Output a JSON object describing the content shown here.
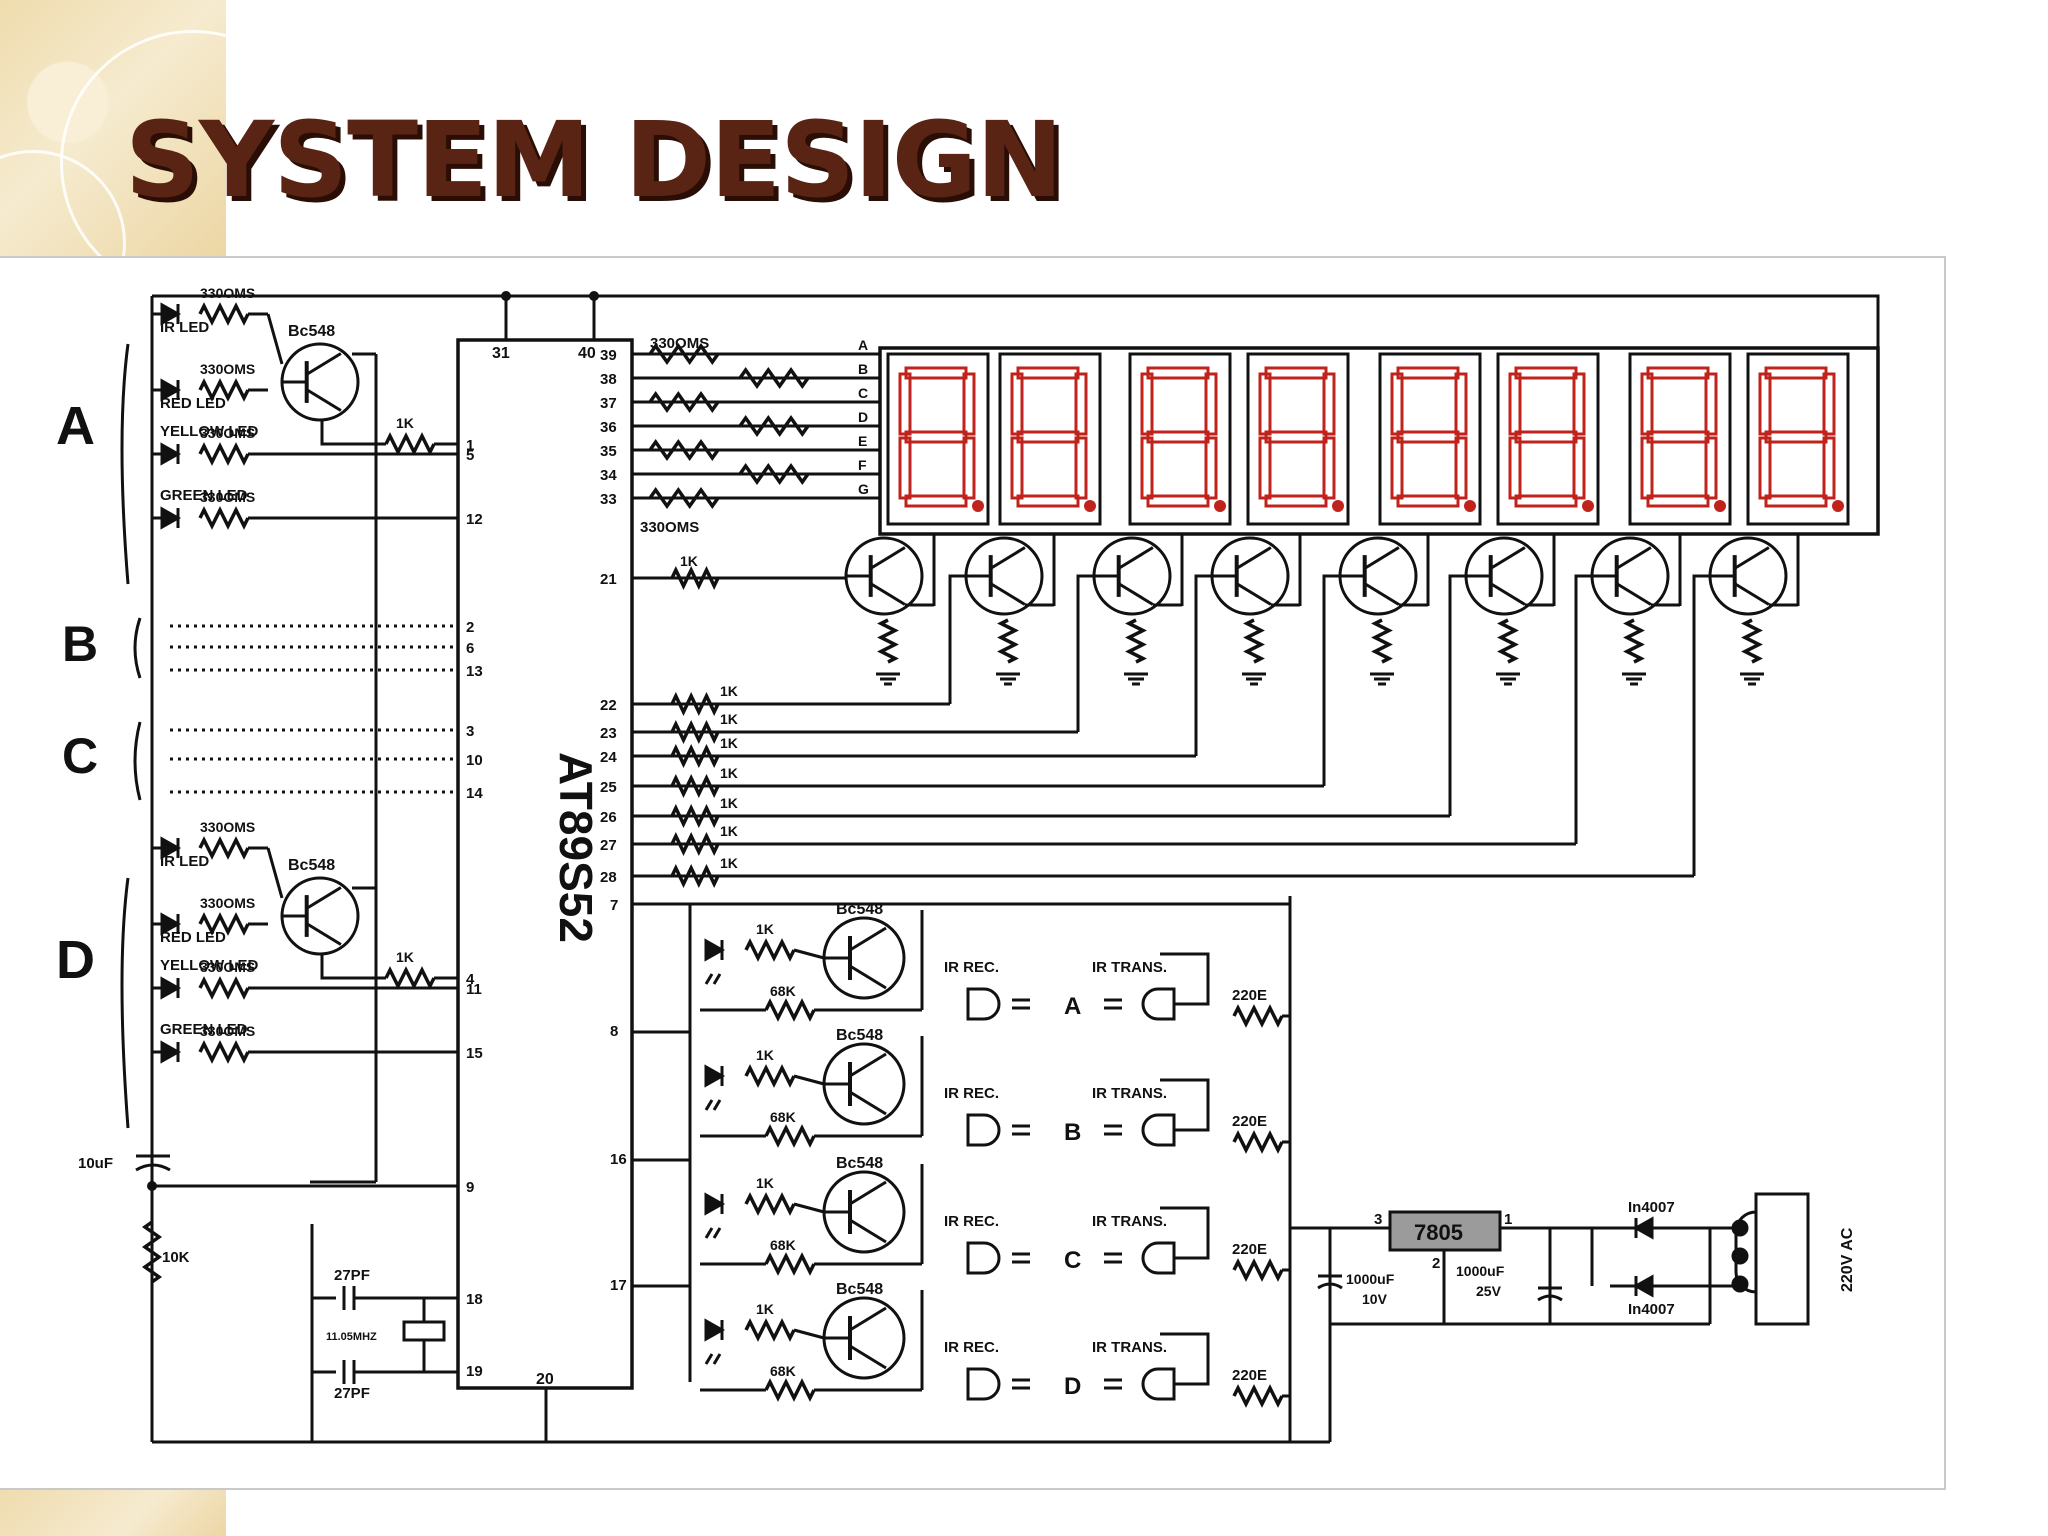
{
  "title": "SYSTEM DESIGN",
  "colors": {
    "title": "#5a2415",
    "title_shadow": "#2a0e06",
    "segment": "#c0231b",
    "wire": "#111111"
  },
  "mcu": {
    "label": "AT89S52",
    "pin_vcc": "40",
    "pin_ea": "31",
    "pin_gnd": "20"
  },
  "groups": [
    "A",
    "B",
    "C",
    "D"
  ],
  "traffic_led_labels": [
    "IR LED",
    "RED LED",
    "YELLOW LED",
    "GREEN LED"
  ],
  "res_330": "330OMS",
  "res_1k": "1K",
  "res_68k": "68K",
  "res_220": "220E",
  "res_10k": "10K",
  "cap_10uf": "10uF",
  "transistor": "Bc548",
  "pins": {
    "group_a": [
      "1",
      "5",
      "12"
    ],
    "group_b": [
      "2",
      "6",
      "13"
    ],
    "group_c": [
      "3",
      "10",
      "14"
    ],
    "group_d": [
      "4",
      "11",
      "15"
    ],
    "reset": "9",
    "xtal": [
      "18",
      "19"
    ],
    "seg_pins": [
      "39",
      "38",
      "37",
      "36",
      "35",
      "34",
      "33"
    ],
    "digit_pins": [
      "21",
      "22",
      "23",
      "24",
      "25",
      "26",
      "27",
      "28"
    ],
    "sensor_pins": [
      "7",
      "8",
      "16",
      "17"
    ]
  },
  "segments": [
    "A",
    "B",
    "C",
    "D",
    "E",
    "F",
    "G"
  ],
  "crystal": {
    "cap": "27PF",
    "freq": "11.05MHZ"
  },
  "ir": {
    "rec": "IR REC.",
    "trans": "IR TRANS."
  },
  "power": {
    "regulator": "7805",
    "reg_pins": [
      "3",
      "2",
      "1"
    ],
    "cap1": [
      "1000uF",
      "10V"
    ],
    "cap2": [
      "1000uF",
      "25V"
    ],
    "diode": "In4007",
    "ac": "220V AC"
  }
}
